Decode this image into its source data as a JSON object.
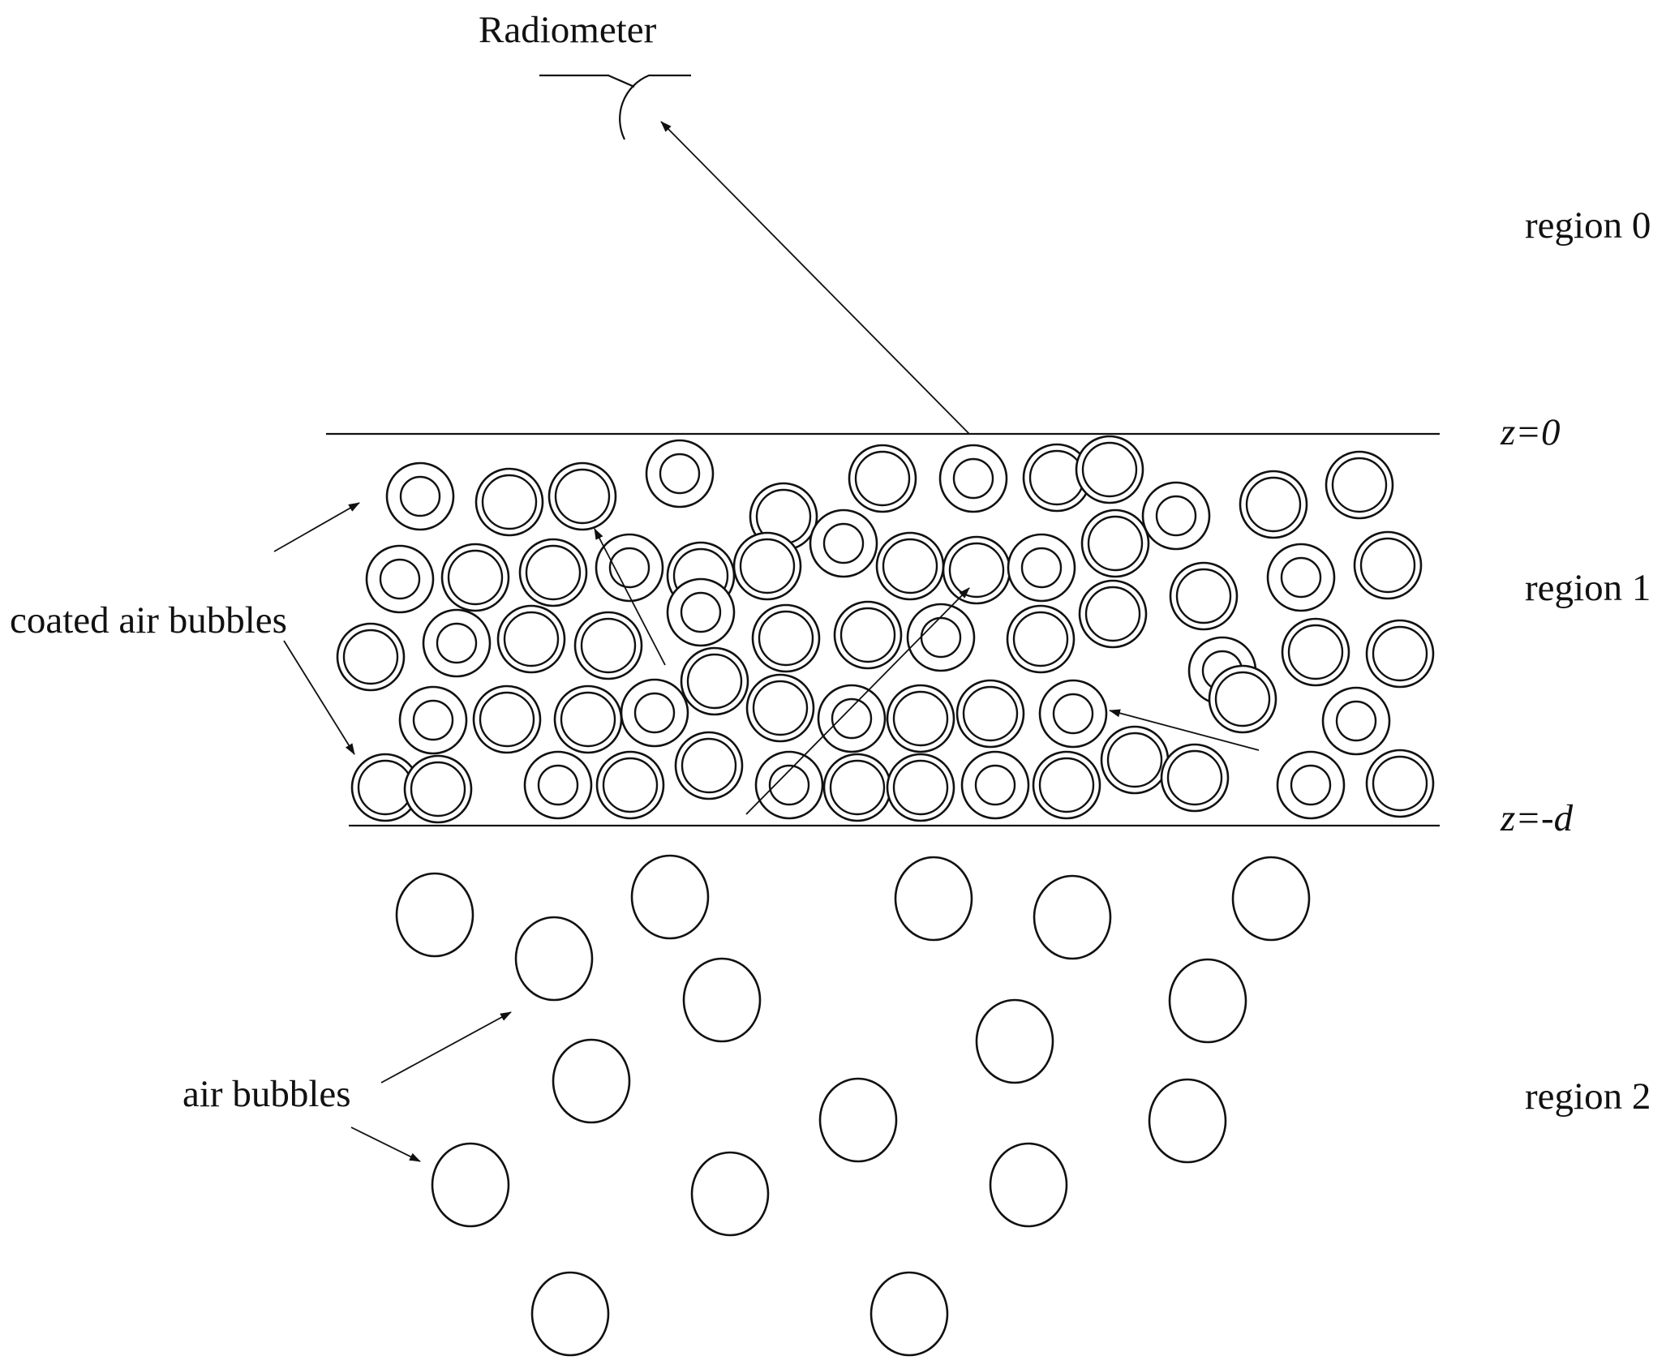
{
  "labels": {
    "radiometer": "Radiometer",
    "region0": "region 0",
    "region1": "region 1",
    "region2": "region 2",
    "z_top": "z=0",
    "z_bottom": "z=-d",
    "coated": "coated air bubbles",
    "air": "air bubbles"
  }
}
